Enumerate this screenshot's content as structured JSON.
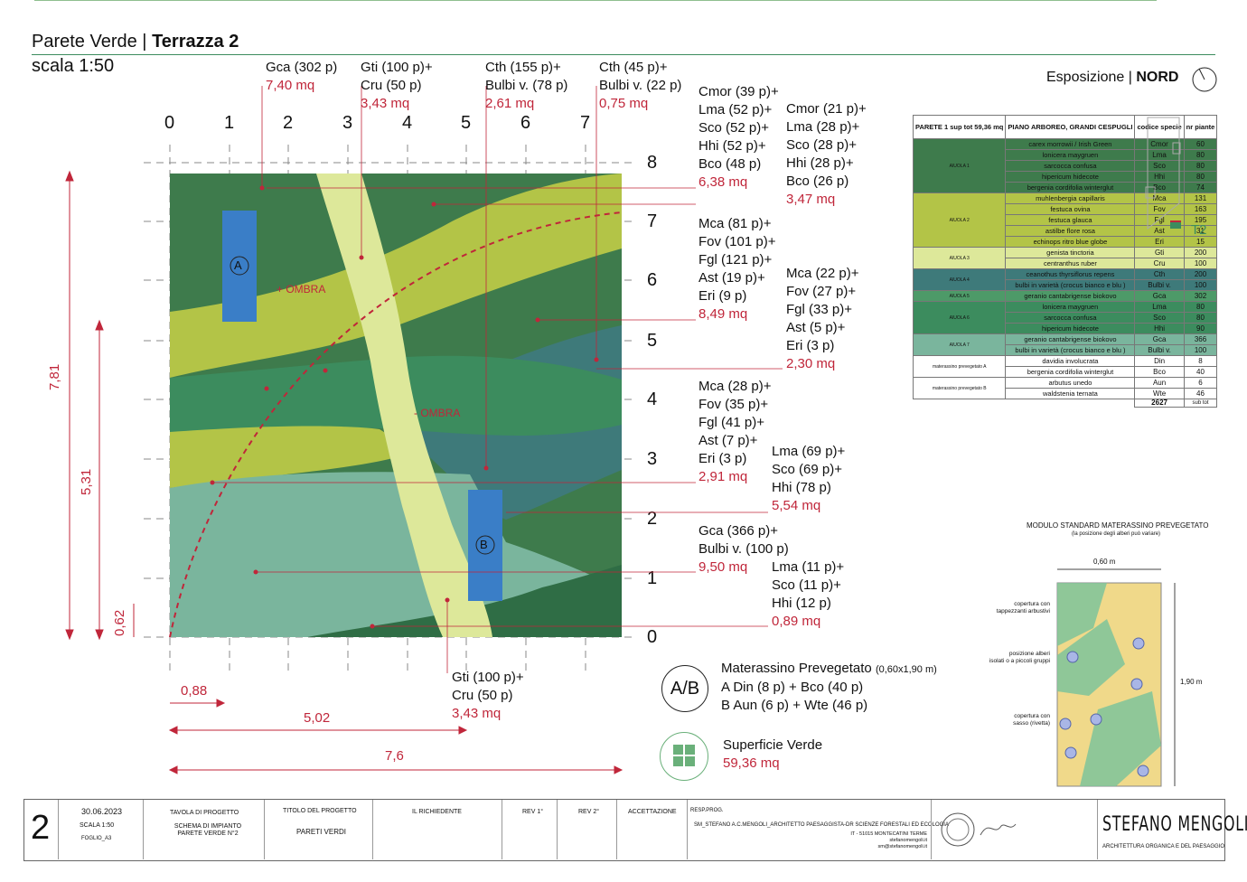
{
  "header": {
    "title_a": "Parete Verde | ",
    "title_b": "Terrazza 2",
    "scale": "scala 1:50",
    "expo_a": "Esposizione | ",
    "expo_b": "NORD"
  },
  "axis": {
    "x": [
      "0",
      "1",
      "2",
      "3",
      "4",
      "5",
      "6",
      "7"
    ],
    "y": [
      "8",
      "7",
      "6",
      "5",
      "4",
      "3",
      "2",
      "1",
      "0"
    ]
  },
  "zones": {
    "ombra_plus": "+ OMBRA",
    "ombra_minus": "- OMBRA",
    "a": "A",
    "b": "B"
  },
  "top_labels": [
    {
      "lines": [
        "Gca (302 p)"
      ],
      "area": "7,40 mq"
    },
    {
      "lines": [
        "Gti (100 p)+",
        "Cru (50 p)"
      ],
      "area": "3,43 mq"
    },
    {
      "lines": [
        "Cth (155 p)+",
        "Bulbi v. (78 p)"
      ],
      "area": "2,61 mq"
    },
    {
      "lines": [
        "Cth (45 p)+",
        "Bulbi v. (22 p)"
      ],
      "area": "0,75 mq"
    }
  ],
  "right_labels": [
    {
      "lines": [
        "Cmor (39 p)+",
        "Lma (52 p)+",
        "Sco (52 p)+",
        "Hhi (52 p)+",
        "Bco (48 p)"
      ],
      "area": "6,38 mq"
    },
    {
      "lines": [
        "Cmor (21 p)+",
        "Lma (28 p)+",
        "Sco (28 p)+",
        "Hhi (28 p)+",
        "Bco (26 p)"
      ],
      "area": "3,47 mq"
    },
    {
      "lines": [
        "Mca (81 p)+",
        "Fov (101 p)+",
        "Fgl (121 p)+",
        "Ast (19 p)+",
        "Eri (9 p)"
      ],
      "area": "8,49 mq"
    },
    {
      "lines": [
        "Mca (22 p)+",
        "Fov (27 p)+",
        "Fgl (33 p)+",
        "Ast (5 p)+",
        "Eri (3 p)"
      ],
      "area": "2,30 mq"
    },
    {
      "lines": [
        "Mca (28 p)+",
        "Fov (35 p)+",
        "Fgl (41 p)+",
        "Ast (7 p)+",
        "Eri (3 p)"
      ],
      "area": "2,91 mq"
    },
    {
      "lines": [
        "Lma (69 p)+",
        "Sco (69 p)+",
        "Hhi (78 p)"
      ],
      "area": "5,54 mq"
    },
    {
      "lines": [
        "Gca (366 p)+",
        "Bulbi v. (100 p)"
      ],
      "area": "9,50 mq"
    },
    {
      "lines": [
        "Lma (11 p)+",
        "Sco (11 p)+",
        "Hhi (12 p)"
      ],
      "area": "0,89 mq"
    },
    {
      "lines": [
        "Gti (100 p)+",
        "Cru (50 p)"
      ],
      "area": "3,43 mq"
    }
  ],
  "dims": {
    "h_total": "7,81",
    "h_mid": "5,31",
    "h_low": "0,62",
    "w1": "0,88",
    "w2": "5,02",
    "w3": "7,6"
  },
  "legend": {
    "ab": "A/B",
    "mat_title": "Materassino  Prevegetato",
    "mat_size": "(0,60x1,90 m)",
    "mat_a": "A Din (8 p) + Bco (40 p)",
    "mat_b": "B Aun (6 p) + Wte (46 p)",
    "sup": "Superficie Verde",
    "sup_area": "59,36 mq"
  },
  "table": {
    "h1": "PARETE 1 sup tot 59,36 mq",
    "h2": "PIANO ARBOREO, GRANDI CESPUGLI",
    "h3": "codice specie",
    "h4": "nr piante",
    "groups": [
      {
        "name": "AIUOLA 1",
        "color": "#3e7b4c",
        "rows": [
          [
            "carex morrowii / Irish Green",
            "Cmor",
            "60"
          ],
          [
            "lonicera maygruen",
            "Lma",
            "80"
          ],
          [
            "sarcocca confusa",
            "Sco",
            "80"
          ],
          [
            "hipericum hidecote",
            "Hhi",
            "80"
          ],
          [
            "bergenia cordifolia winterglut",
            "Bco",
            "74"
          ]
        ]
      },
      {
        "name": "AIUOLA 2",
        "color": "#b3c447",
        "rows": [
          [
            "muhlenbergia capillaris",
            "Mca",
            "131"
          ],
          [
            "festuca ovina",
            "Fov",
            "163"
          ],
          [
            "festuca glauca",
            "Fgl",
            "195"
          ],
          [
            "astilbe flore rosa",
            "Ast",
            "31"
          ],
          [
            "echinops ritro blue globe",
            "Eri",
            "15"
          ]
        ]
      },
      {
        "name": "AIUOLA 3",
        "color": "#dde89a",
        "rows": [
          [
            "genista tinctoria",
            "Gti",
            "200"
          ],
          [
            "centranthus ruber",
            "Cru",
            "100"
          ]
        ]
      },
      {
        "name": "AIUOLA 4",
        "color": "#3e7a7a",
        "rows": [
          [
            "ceanothus thyrsiflorus repens",
            "Cth",
            "200"
          ],
          [
            "bulbi in varietà (crocus bianco e blu )",
            "Bulbi v.",
            "100"
          ]
        ]
      },
      {
        "name": "AIUOLA 5",
        "color": "#4d9a68",
        "rows": [
          [
            "geranio cantabrigense biokovo",
            "Gca",
            "302"
          ]
        ]
      },
      {
        "name": "AIUOLA 6",
        "color": "#3c8c5e",
        "rows": [
          [
            "lonicera maygruen",
            "Lma",
            "80"
          ],
          [
            "sarcocca confusa",
            "Sco",
            "80"
          ],
          [
            "hipericum hidecote",
            "Hhi",
            "90"
          ]
        ]
      },
      {
        "name": "AIUOLA 7",
        "color": "#7ab59d",
        "rows": [
          [
            "geranio cantabrigense biokovo",
            "Gca",
            "366"
          ],
          [
            "bulbi in varietà (crocus bianco e blu )",
            "Bulbi v.",
            "100"
          ]
        ]
      },
      {
        "name": "materassino prevegetato A",
        "color": "#ffffff",
        "rows": [
          [
            "davidia involucrata",
            "Din",
            "8"
          ],
          [
            "bergenia cordifolia winterglut",
            "Bco",
            "40"
          ]
        ]
      },
      {
        "name": "materassino prevegetato B",
        "color": "#ffffff",
        "rows": [
          [
            "arbutus unedo",
            "Aun",
            "6"
          ],
          [
            "waldstenia ternata",
            "Wte",
            "46"
          ]
        ]
      }
    ],
    "total": "2627",
    "total_label": "sub tot"
  },
  "t2": "T2",
  "module": {
    "title": "MODULO STANDARD MATERASSINO PREVEGETATO",
    "subtitle": "(la posizione degli alberi può variare)",
    "w": "0,60 m",
    "h": "1,90 m",
    "c1": [
      "copertura con",
      "tappezzanti arbustivi"
    ],
    "c2": [
      "posizione alberi",
      "isolati o a piccoli gruppi"
    ],
    "c3": [
      "copertura con",
      "sasso (rivetta)"
    ]
  },
  "titleblock": {
    "num": "2",
    "date": "30.06.2023",
    "scale": "SCALA 1:50",
    "sheet": "FOGLIO_A3",
    "tav_h": "TAVOLA DI PROGETTO",
    "tav": [
      "SCHEMA DI IMPIANTO",
      "PARETE VERDE N°2"
    ],
    "tit_h": "TITOLO DEL PROGETTO",
    "tit": "PARETI VERDI",
    "ric_h": "IL RICHIEDENTE",
    "rev1": "REV 1°",
    "rev2": "REV 2°",
    "acc": "ACCETTAZIONE",
    "resp": "RESP.PROG.",
    "resp1": "SM_STEFANO A.C.MENGOLI_ARCHITETTO PAESAGGISTA-DR SCIENZE FORESTALI ED ECOLOGIA",
    "resp2": "IT - 51015 MONTECATINI TERME",
    "resp3": "stefanomengoli.it",
    "resp4": "sm@stefanomengoli.it",
    "brand": "STEFANO MENGOLI",
    "brand_sub": "ARCHITETTURA ORGANICA E DEL PAESAGGIO"
  }
}
